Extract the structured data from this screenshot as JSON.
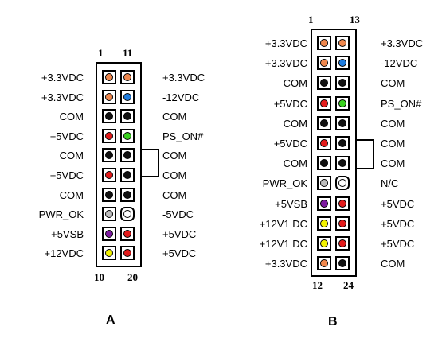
{
  "colors": {
    "orange": "#f0884e",
    "blue": "#1e7de0",
    "black": "#111111",
    "red": "#e31b1b",
    "green": "#39d21e",
    "gray": "#bdbdbd",
    "white": "#ffffff",
    "purple": "#7d1aa0",
    "yellow": "#f2f200"
  },
  "connector_a": {
    "caption": "A",
    "top_left_pin": "1",
    "top_right_pin": "11",
    "bottom_left_pin": "10",
    "bottom_right_pin": "20",
    "left_labels": [
      "+3.3VDC",
      "+3.3VDC",
      "COM",
      "+5VDC",
      "COM",
      "+5VDC",
      "COM",
      "PWR_OK",
      "+5VSB",
      "+12VDC"
    ],
    "right_labels": [
      "+3.3VDC",
      "-12VDC",
      "COM",
      "PS_ON#",
      "COM",
      "COM",
      "COM",
      "-5VDC",
      "+5VDC",
      "+5VDC"
    ],
    "left_pins": [
      "orange",
      "orange",
      "black",
      "red",
      "black",
      "red",
      "black",
      "gray",
      "purple",
      "yellow"
    ],
    "right_pins": [
      "orange",
      "blue",
      "black",
      "green",
      "black",
      "black",
      "black",
      "white",
      "red",
      "red"
    ]
  },
  "connector_b": {
    "caption": "B",
    "top_left_pin": "1",
    "top_right_pin": "13",
    "bottom_left_pin": "12",
    "bottom_right_pin": "24",
    "left_labels": [
      "+3.3VDC",
      "+3.3VDC",
      "COM",
      "+5VDC",
      "COM",
      "+5VDC",
      "COM",
      "PWR_OK",
      "+5VSB",
      "+12V1 DC",
      "+12V1 DC",
      "+3.3VDC"
    ],
    "right_labels": [
      "+3.3VDC",
      "-12VDC",
      "COM",
      "PS_ON#",
      "COM",
      "COM",
      "COM",
      "N/C",
      "+5VDC",
      "+5VDC",
      "+5VDC",
      "COM"
    ],
    "left_pins": [
      "orange",
      "orange",
      "black",
      "red",
      "black",
      "red",
      "black",
      "gray",
      "purple",
      "yellow",
      "yellow",
      "orange"
    ],
    "right_pins": [
      "orange",
      "blue",
      "black",
      "green",
      "black",
      "black",
      "black",
      "white",
      "red",
      "red",
      "red",
      "black"
    ]
  }
}
